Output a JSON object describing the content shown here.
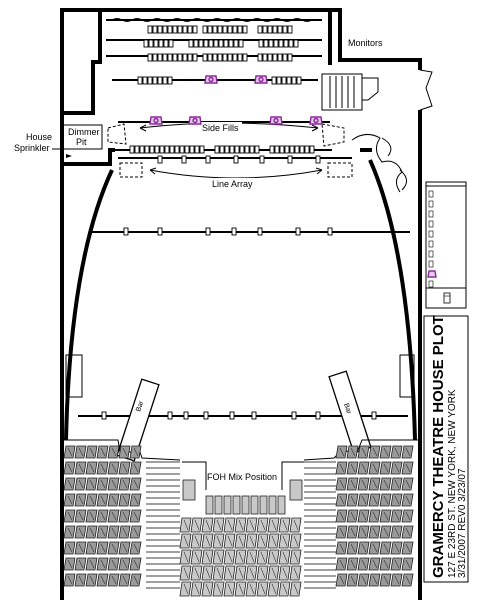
{
  "labels": {
    "monitors": "Monitors",
    "house_sprinkler_1": "House",
    "house_sprinkler_2": "Sprinkler",
    "dimmer_pit_1": "Dimmer",
    "dimmer_pit_2": "Pit",
    "side_fills": "Side Fills",
    "line_array": "Line Array",
    "bar_left": "Bar",
    "bar_right": "Bar",
    "foh_mix": "FOH Mix Position"
  },
  "title_block": {
    "title": "GRAMERCY THEATRE HOUSE PLOT",
    "address": "127 E 23RD ST. NEW YORK, NEW YORK",
    "dates": "3/31/2007   REV0 3/23/07"
  },
  "legend": {
    "items": [
      "",
      "",
      "",
      "",
      "",
      "",
      "",
      "",
      "",
      ""
    ]
  },
  "colors": {
    "speaker_fill": "#e8c8ee",
    "speaker_stroke": "#8a2a9a",
    "seat_dark": "#9a9a9a",
    "seat_mid": "#c8c8c8"
  }
}
